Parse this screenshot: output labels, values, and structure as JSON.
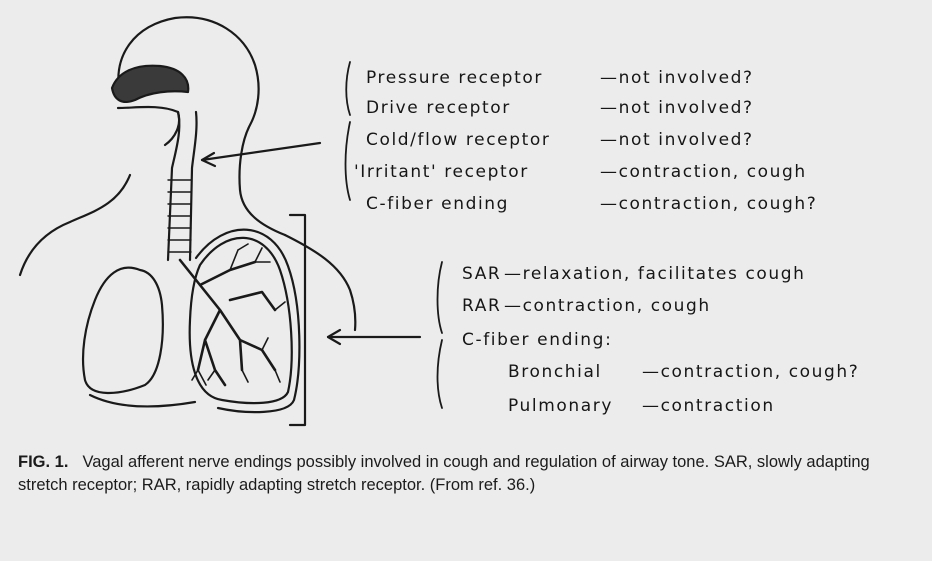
{
  "upper_airway": {
    "receptors": [
      {
        "name": "Pressure receptor",
        "effect": "—not involved?"
      },
      {
        "name": "Drive receptor",
        "effect": "—not involved?"
      },
      {
        "name": "Cold/flow receptor",
        "effect": "—not involved?"
      },
      {
        "name": "'Irritant' receptor",
        "effect": "—contraction, cough"
      },
      {
        "name": "C-fiber ending",
        "effect": "—contraction, cough?"
      }
    ]
  },
  "lower_airway": {
    "receptors": [
      {
        "name": "SAR",
        "effect": "—relaxation, facilitates cough"
      },
      {
        "name": "RAR",
        "effect": "—contraction, cough"
      }
    ],
    "c_fiber_heading": "C-fiber ending:",
    "c_fiber_subtypes": [
      {
        "name": "Bronchial",
        "effect": "—contraction, cough?"
      },
      {
        "name": "Pulmonary",
        "effect": "—contraction"
      }
    ]
  },
  "caption": {
    "label": "FIG. 1.",
    "text": "Vagal afferent nerve endings possibly involved in cough and regulation of airway tone. SAR, slowly adapting stretch receptor; RAR, rapidly adapting stretch receptor. (From ref. 36.)"
  }
}
